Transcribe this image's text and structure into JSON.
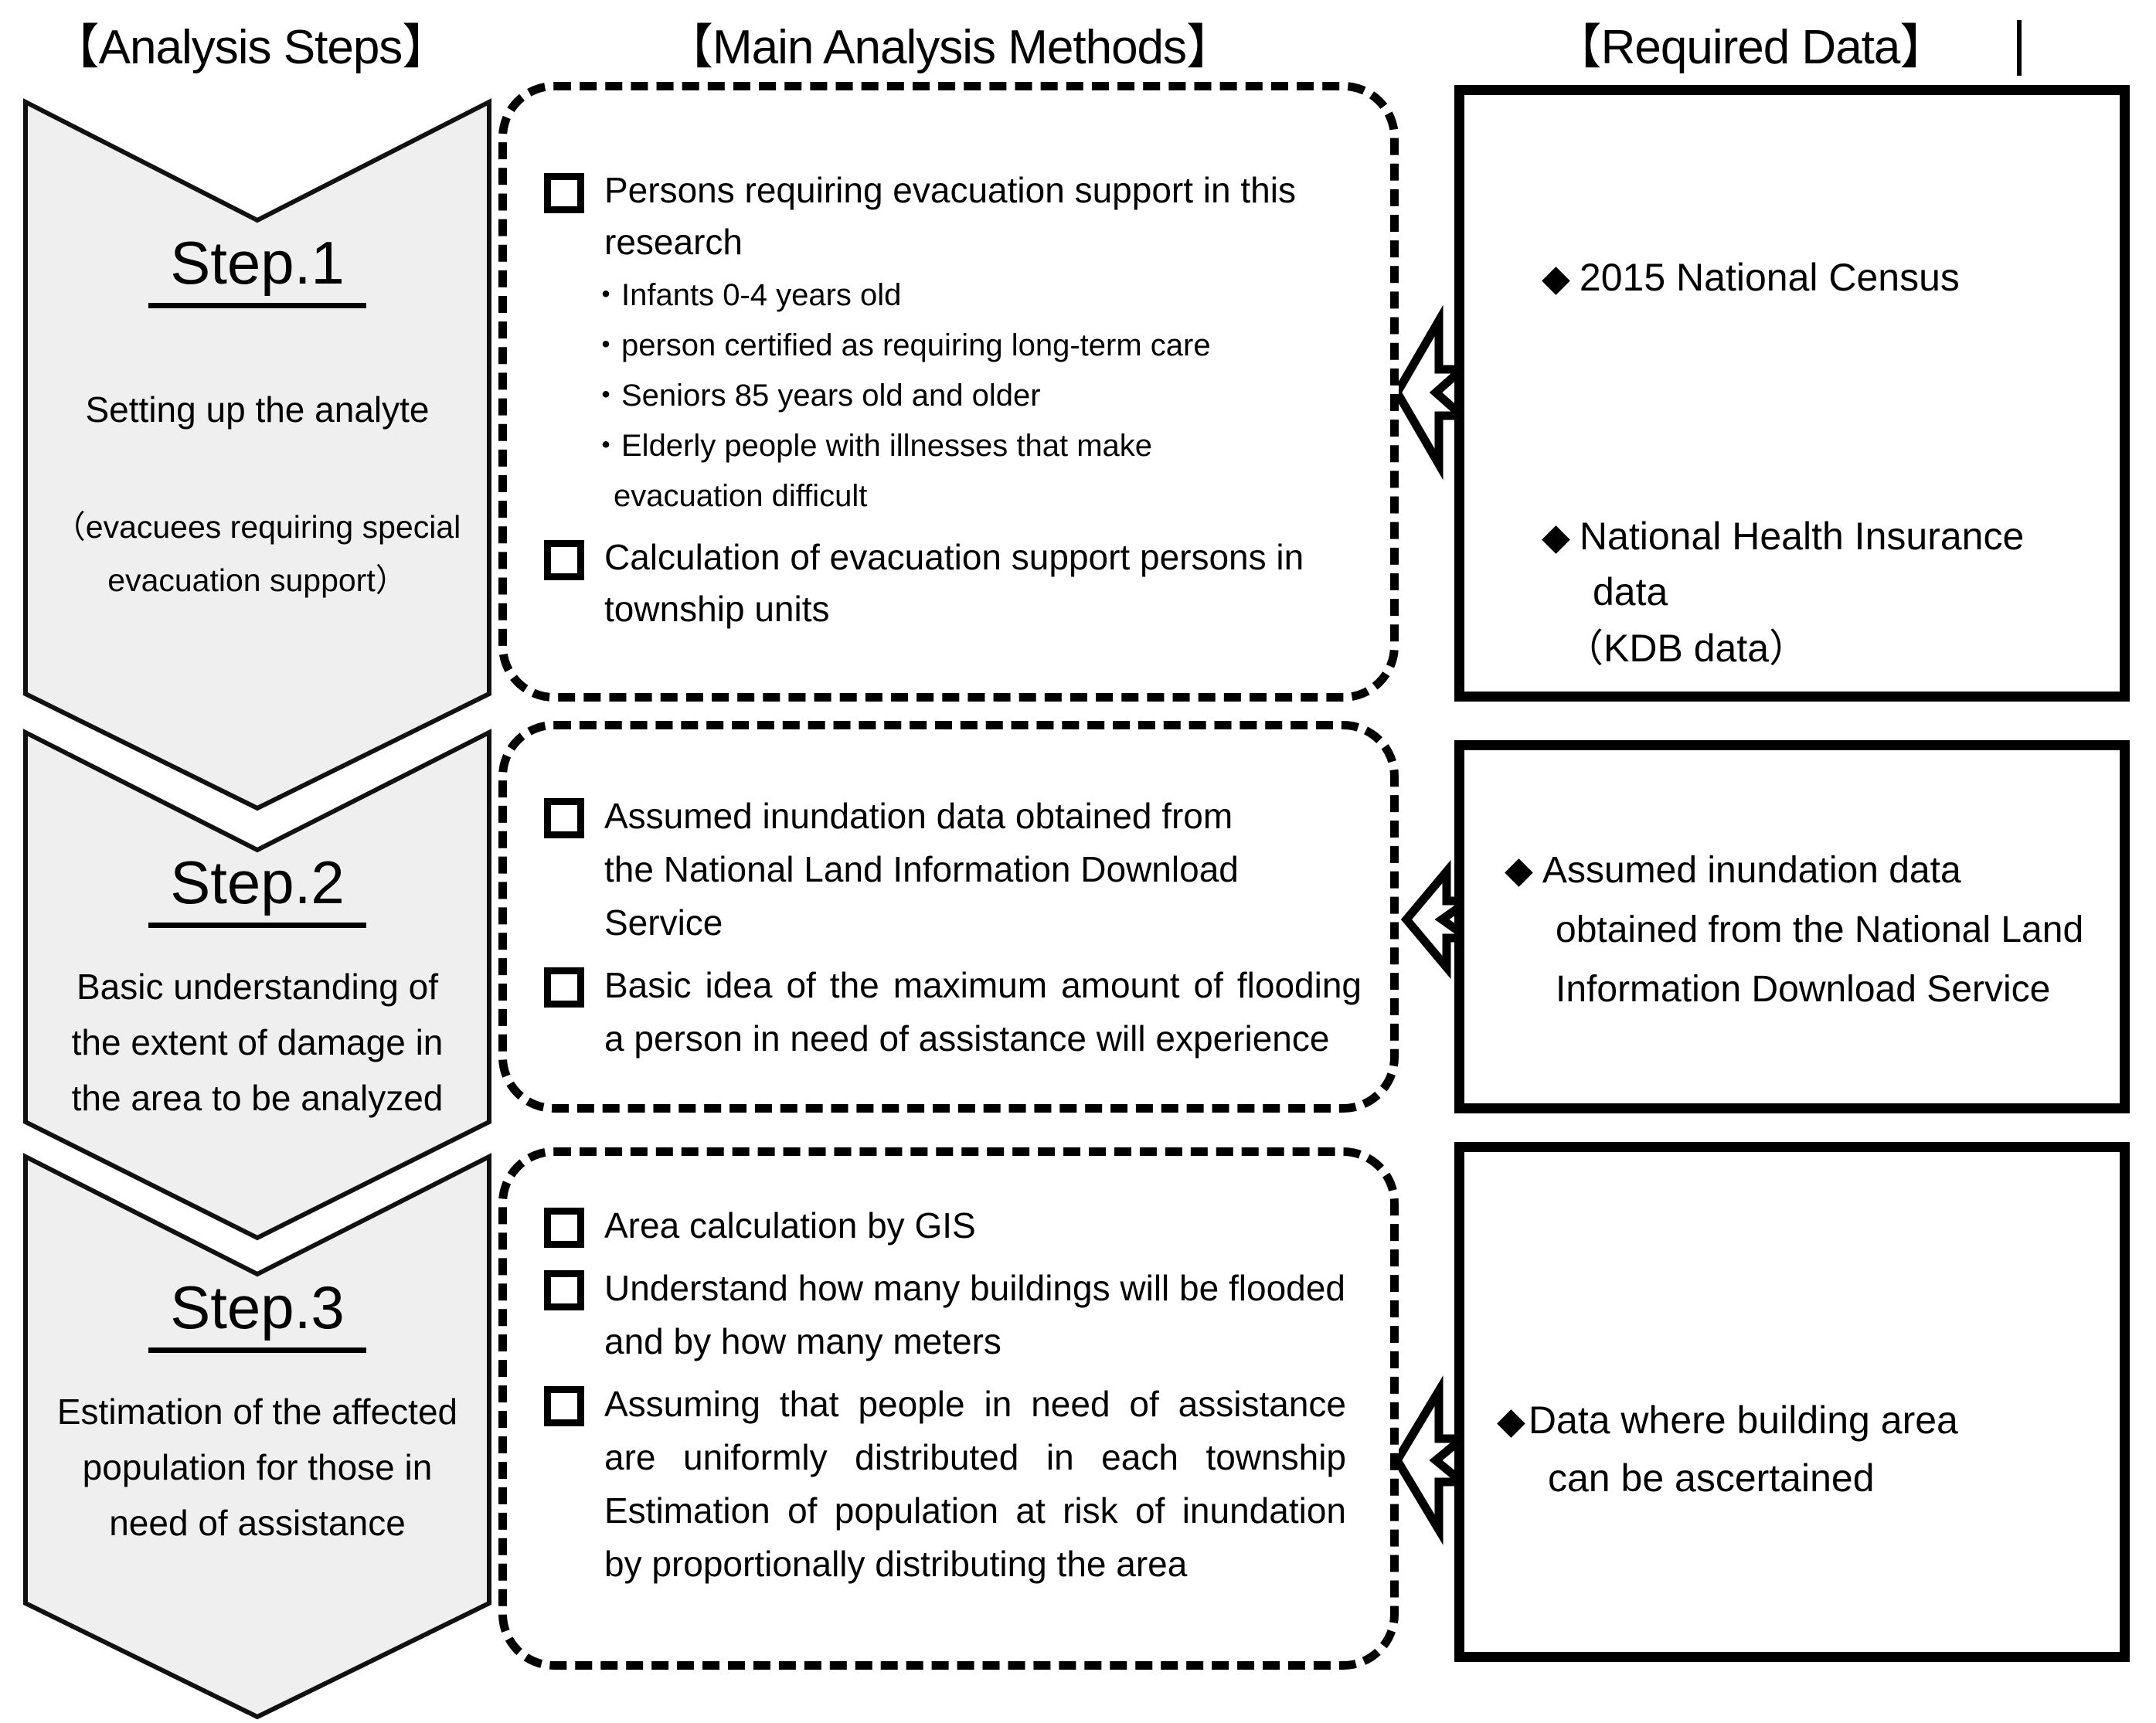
{
  "columns": {
    "steps_header": "【Analysis Steps】",
    "methods_header": "【Main Analysis Methods】",
    "data_header": "【Required Data】"
  },
  "glyphs": {
    "diamond": "◆"
  },
  "steps": [
    {
      "title": "Step.1",
      "subtitle": "Setting up the analyte",
      "note": "（evacuees requiring special evacuation support）"
    },
    {
      "title": "Step.2",
      "subtitle": "Basic understanding of the extent of damage in the area to be analyzed"
    },
    {
      "title": "Step.3",
      "subtitle": "Estimation of the affected population for those in need of assistance"
    }
  ],
  "methods": {
    "box1": {
      "item1": "Persons requiring evacuation support in this research",
      "sub1": "・Infants 0-4 years old",
      "sub2": "・person certified as requiring long-term care",
      "sub3": "・Seniors 85 years old and older",
      "sub4": "・Elderly people with illnesses that make evacuation difficult",
      "item2": "Calculation of evacuation support persons in township units"
    },
    "box2": {
      "item1": "Assumed inundation data obtained from the National Land Information Download Service",
      "item2": "Basic idea of the maximum amount of flooding a person in need of assistance will experience"
    },
    "box3": {
      "item1": "Area calculation by GIS",
      "item2": "Understand how many buildings will be flooded and by how many meters",
      "item3": "Assuming that people in need of assistance are uniformly distributed in each township Estimation of population at risk of inundation by proportionally distributing the area"
    }
  },
  "required_data": {
    "box1": {
      "item1": "2015 National Census",
      "item2": "National Health Insurance data",
      "item2_note": "（KDB data）"
    },
    "box2": {
      "item1": "Assumed inundation data obtained from the National Land Information Download Service"
    },
    "box3": {
      "item1": "Data where building area can be ascertained"
    }
  }
}
